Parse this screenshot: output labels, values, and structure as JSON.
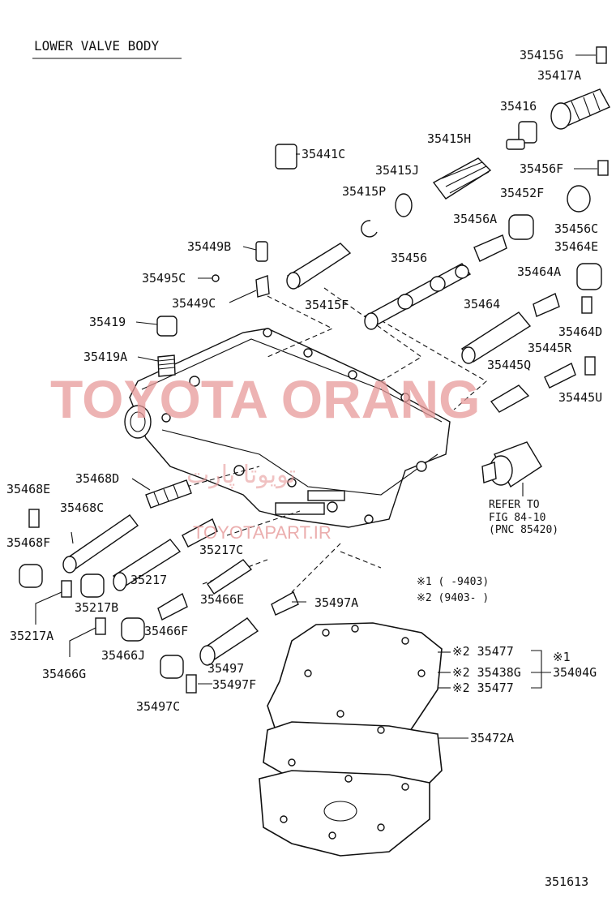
{
  "title": "LOWER VALVE BODY",
  "figure_number": "351613",
  "watermark": {
    "main": "TOYOTA ORANG",
    "url": "TOYOTAPART.IR",
    "persian": "تویوتا پارت"
  },
  "legend": {
    "note1": "※1 (      -9403)",
    "note2": "※2 (9403-      )"
  },
  "refer_note": {
    "line1": "REFER TO",
    "line2": "FIG 84-10",
    "line3": "(PNC 85420)"
  },
  "parts": {
    "p35415G": "35415G",
    "p35417A": "35417A",
    "p35416": "35416",
    "p35415H": "35415H",
    "p35441C": "35441C",
    "p35415J": "35415J",
    "p35456F": "35456F",
    "p35415P": "35415P",
    "p35452F": "35452F",
    "p35456A": "35456A",
    "p35456C": "35456C",
    "p35449B": "35449B",
    "p35464E": "35464E",
    "p35456": "35456",
    "p35495C": "35495C",
    "p35464A": "35464A",
    "p35449C": "35449C",
    "p35415F": "35415F",
    "p35464": "35464",
    "p35419": "35419",
    "p35464D": "35464D",
    "p35445R": "35445R",
    "p35419A": "35419A",
    "p35445Q": "35445Q",
    "p35445U": "35445U",
    "p35468D": "35468D",
    "p35468E": "35468E",
    "p35468C": "35468C",
    "p35217C": "35217C",
    "p35468F": "35468F",
    "p35217": "35217",
    "p35466E": "35466E",
    "p35497A": "35497A",
    "p35217B": "35217B",
    "p35217A": "35217A",
    "p35466F": "35466F",
    "p35466J": "35466J",
    "p35466G": "35466G",
    "p35497": "35497",
    "p35497F": "35497F",
    "p35497C": "35497C",
    "p35477a": "※2 35477",
    "p35438G": "※2 35438G",
    "p35477b": "※2 35477",
    "p35404G_mark": "※1",
    "p35404G": "35404G",
    "p35472A": "35472A"
  }
}
